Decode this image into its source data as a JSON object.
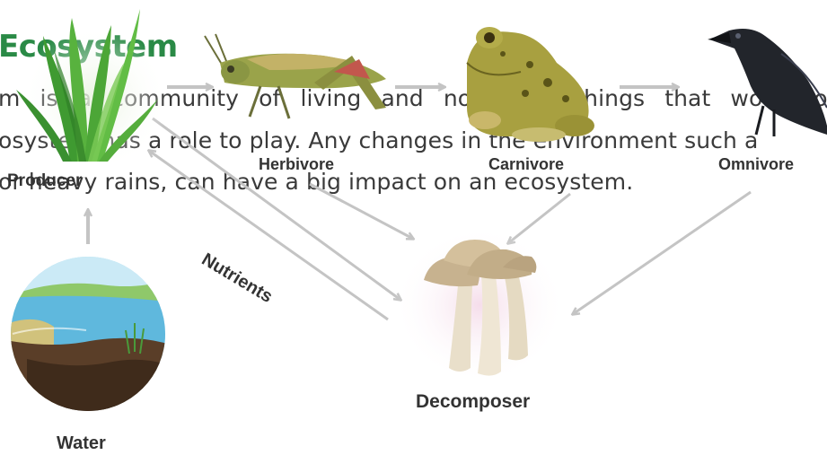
{
  "heading": "Ecosystem",
  "paragraph": {
    "line1": "m is a community of living and non-living things that work tog",
    "line2": "osystem has a role to play. Any changes in the environment such a",
    "line3": "or heavy rains, can have a big impact on an ecosystem."
  },
  "nodes": {
    "producer": "Producer",
    "herbivore": "Herbivore",
    "carnivore": "Carnivore",
    "omnivore": "Omnivore",
    "decomposer": "Decomposer",
    "water": "Water"
  },
  "arrow_label": "Nutrients",
  "colors": {
    "heading": "#2a8a46",
    "text": "#3a3a3a",
    "arrow": "#c4c4c4",
    "grass": "#4fa83a",
    "frog": "#a8a040",
    "crow": "#22252b",
    "mushroom": "#d6c7a8"
  },
  "icons": [
    "grass-icon",
    "grasshopper-icon",
    "frog-icon",
    "crow-icon",
    "mushroom-icon",
    "water-pond-icon"
  ]
}
